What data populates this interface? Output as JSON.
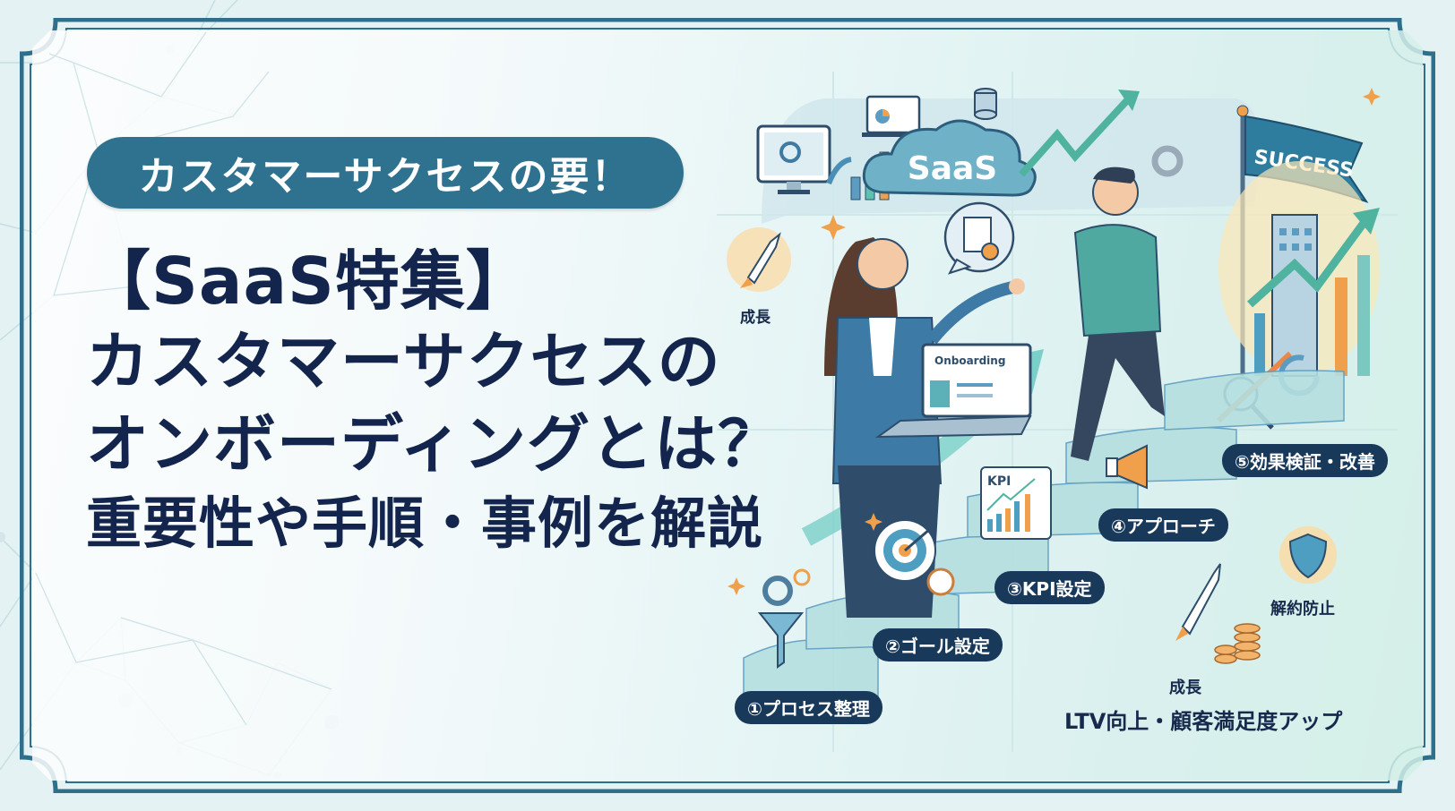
{
  "eyebrow": {
    "text": "カスタマーサクセスの要！"
  },
  "title": {
    "line1": "【SaaS特集】",
    "line2": "カスタマーサクセスの",
    "line3": "オンボーディングとは？",
    "line4": "重要性や手順・事例を解説"
  },
  "illustration": {
    "cloud_label": "SaaS",
    "flag_label": "SUCCESS",
    "laptop_screen_label": "Onboarding",
    "kpi_card_label": "KPI",
    "steps": [
      {
        "label": "①プロセス整理"
      },
      {
        "label": "②ゴール設定"
      },
      {
        "label": "③KPI設定"
      },
      {
        "label": "④アプローチ"
      },
      {
        "label": "⑤効果検証・改善"
      }
    ],
    "side_labels": {
      "rocket_top": "成長",
      "shield": "解約防止",
      "rocket_bottom": "成長",
      "outcome": "LTV向上・顧客満足度アップ"
    }
  },
  "colors": {
    "frame": "#2e6f8c",
    "eyebrow_bg": "#2e7290",
    "title_text": "#13254d",
    "step_badge_bg": "#19395a",
    "accent_orange": "#f0a04b",
    "accent_teal": "#5cc2b0"
  }
}
